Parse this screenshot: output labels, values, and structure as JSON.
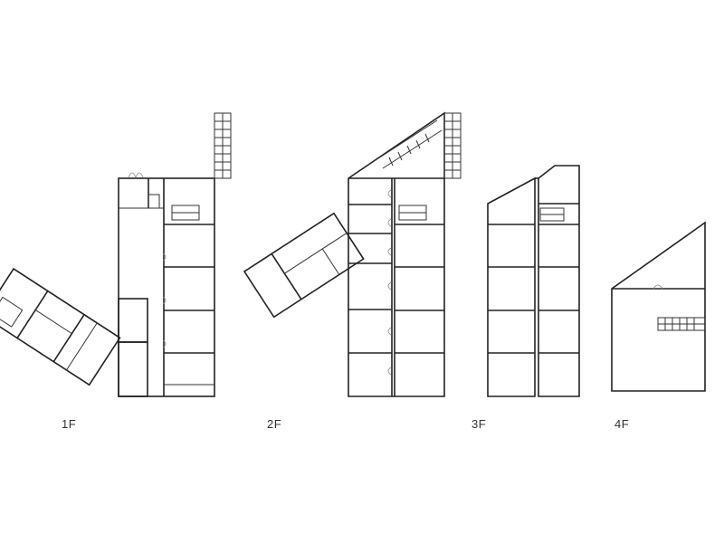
{
  "floors": [
    {
      "label": "1F"
    },
    {
      "label": "2F"
    },
    {
      "label": "3F"
    },
    {
      "label": "4F"
    }
  ]
}
